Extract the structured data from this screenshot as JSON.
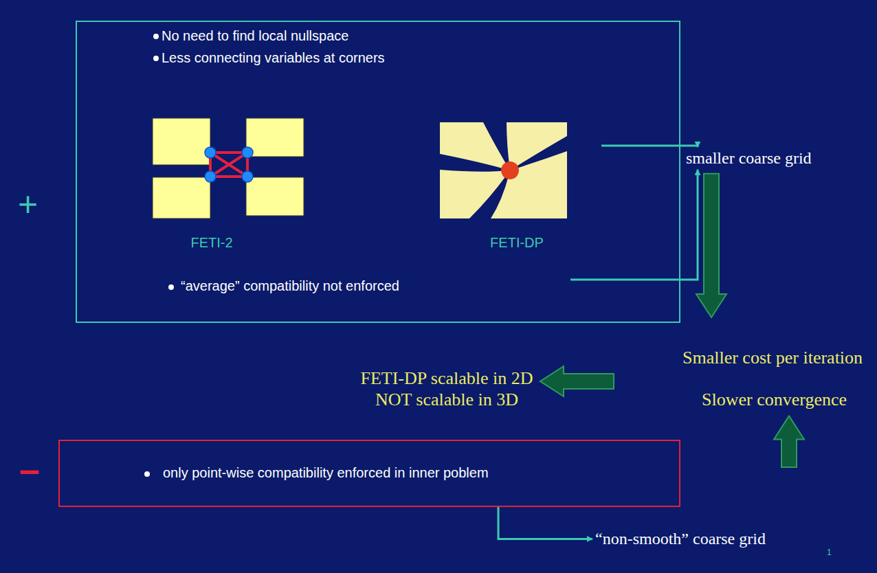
{
  "diagram": {
    "nodes": [
      {
        "text": [
          "No need to find local nullspace",
          "Less connecting variables at corners",
          "“average” compatibility not enforced"
        ]
      },
      {
        "text": [
          "smaller coarse grid"
        ]
      },
      {
        "text": [
          "Smaller cost per iteration",
          "Slower convergence"
        ]
      },
      {
        "text": [
          "FETI-DP scalable in 2D NOT scalable in 3D"
        ]
      },
      {
        "text": [
          "only point-wise compatibility enforced in inner poblem"
        ]
      },
      {
        "text": [
          "“non-smooth” coarse grid"
        ]
      }
    ],
    "edges": [
      {
        "from": 0,
        "to": 1,
        "arrow": "to"
      },
      {
        "from": 0,
        "to": 1,
        "arrow": "to"
      },
      {
        "from": 1,
        "to": 2,
        "arrow": "to"
      },
      {
        "from": 5,
        "to": 2,
        "arrow": "to"
      },
      {
        "from": 2,
        "to": 3,
        "arrow": "to"
      },
      {
        "from": 4,
        "to": 5,
        "arrow": "to"
      }
    ],
    "labels": [
      "+",
      "FETI-2",
      "FETI-DP",
      "–",
      "1"
    ]
  }
}
